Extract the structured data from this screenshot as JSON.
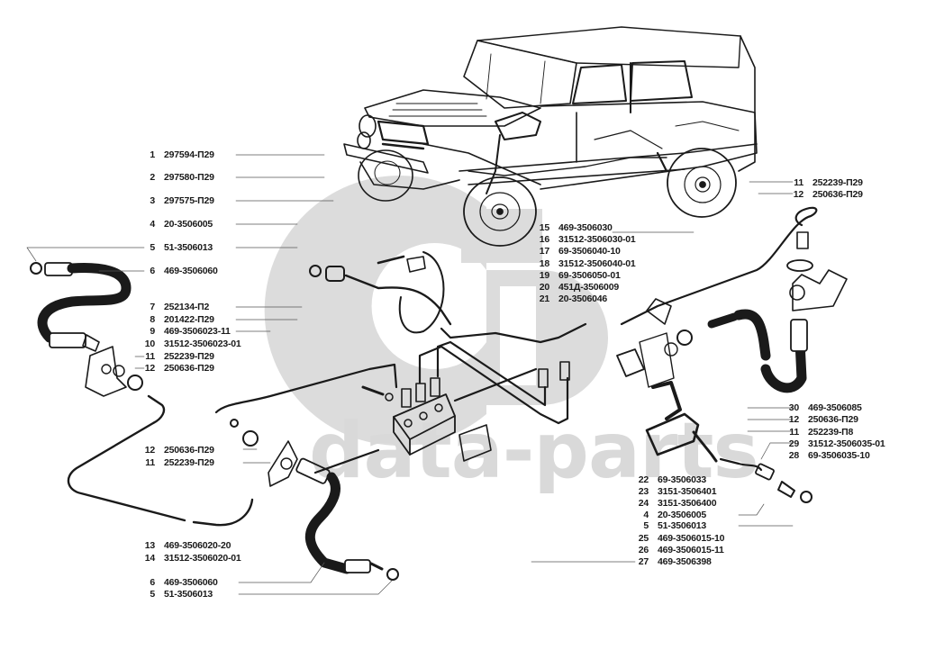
{
  "diagram": {
    "title": "",
    "subject": "brake-system-hydraulic-lines-exploded-view",
    "watermark": {
      "text": "data-parts",
      "logo": "gb-logo"
    },
    "colors": {
      "ink": "#1a1a1a",
      "watermark": "#d9d9d9",
      "background": "#ffffff"
    },
    "callouts_left": [
      {
        "num": "1",
        "part": "297594-П29"
      },
      {
        "num": "2",
        "part": "297580-П29"
      },
      {
        "num": "3",
        "part": "297575-П29"
      },
      {
        "num": "4",
        "part": "20-3506005"
      },
      {
        "num": "5",
        "part": "51-3506013"
      },
      {
        "num": "6",
        "part": "469-3506060"
      },
      {
        "num": "7",
        "part": "252134-П2"
      },
      {
        "num": "8",
        "part": "201422-П29"
      },
      {
        "num": "9",
        "part": "469-3506023-11"
      },
      {
        "num": "10",
        "part": "31512-3506023-01"
      },
      {
        "num": "11",
        "part": "252239-П29"
      },
      {
        "num": "12",
        "part": "250636-П29"
      },
      {
        "num": "12",
        "part": "250636-П29"
      },
      {
        "num": "11",
        "part": "252239-П29"
      },
      {
        "num": "13",
        "part": "469-3506020-20"
      },
      {
        "num": "14",
        "part": "31512-3506020-01"
      },
      {
        "num": "6",
        "part": "469-3506060"
      },
      {
        "num": "5",
        "part": "51-3506013"
      }
    ],
    "callouts_center": [
      {
        "num": "15",
        "part": "469-3506030"
      },
      {
        "num": "16",
        "part": "31512-3506030-01"
      },
      {
        "num": "17",
        "part": "69-3506040-10"
      },
      {
        "num": "18",
        "part": "31512-3506040-01"
      },
      {
        "num": "19",
        "part": "69-3506050-01"
      },
      {
        "num": "20",
        "part": "451Д-3506009"
      },
      {
        "num": "21",
        "part": "20-3506046"
      }
    ],
    "callouts_right_top": [
      {
        "num": "11",
        "part": "252239-П29"
      },
      {
        "num": "12",
        "part": "250636-П29"
      }
    ],
    "callouts_right_mid": [
      {
        "num": "30",
        "part": "469-3506085"
      },
      {
        "num": "12",
        "part": "250636-П29"
      },
      {
        "num": "11",
        "part": "252239-П8"
      },
      {
        "num": "29",
        "part": "31512-3506035-01"
      },
      {
        "num": "28",
        "part": "69-3506035-10"
      }
    ],
    "callouts_bottom_right": [
      {
        "num": "22",
        "part": "69-3506033"
      },
      {
        "num": "23",
        "part": "3151-3506401"
      },
      {
        "num": "24",
        "part": "3151-3506400"
      },
      {
        "num": "4",
        "part": "20-3506005"
      },
      {
        "num": "5",
        "part": "51-3506013"
      },
      {
        "num": "25",
        "part": "469-3506015-10"
      },
      {
        "num": "26",
        "part": "469-3506015-11"
      },
      {
        "num": "27",
        "part": "469-3506398"
      }
    ]
  }
}
